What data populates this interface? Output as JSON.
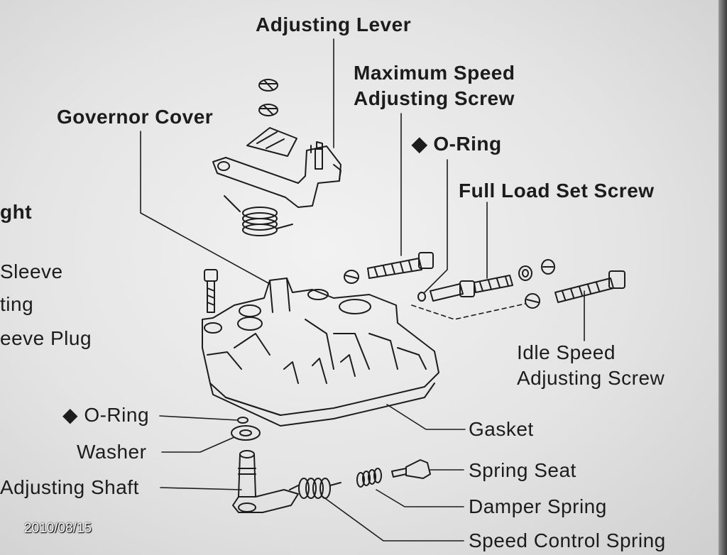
{
  "labels": {
    "adjusting_lever": "Adjusting Lever",
    "max_speed_line1": "Maximum Speed",
    "max_speed_line2": "Adjusting Screw",
    "o_ring_top": "O-Ring",
    "governor_cover": "Governor Cover",
    "full_load_set_screw": "Full Load Set Screw",
    "ght_fragment": "ght",
    "sleeve_fragment": "Sleeve",
    "ting_fragment": "ting",
    "eve_plug_fragment": "eeve Plug",
    "idle_speed_line1": "Idle Speed",
    "idle_speed_line2": "Adjusting Screw",
    "o_ring_left": "O-Ring",
    "washer": "Washer",
    "adjusting_shaft": "Adjusting Shaft",
    "gasket": "Gasket",
    "spring_seat": "Spring Seat",
    "damper_spring": "Damper Spring",
    "speed_control_spring": "Speed Control Spring"
  },
  "markers": {
    "o_ring_symbol": "◆"
  },
  "timestamp": "2010/08/15",
  "colors": {
    "ink": "#1c1c1c",
    "paper": "#ececec",
    "stamp_text": "#ffffff"
  }
}
